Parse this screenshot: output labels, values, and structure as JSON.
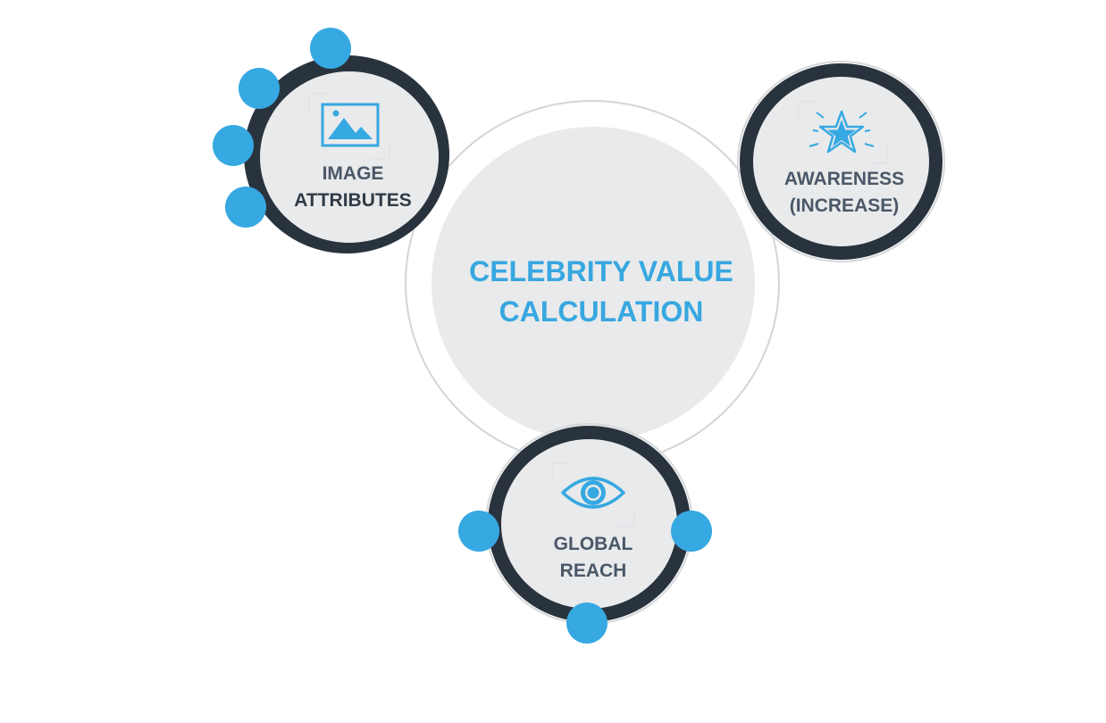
{
  "diagram": {
    "center": {
      "line1": "CELEBRITY VALUE",
      "line2": "CALCULATION"
    },
    "nodes": {
      "image": {
        "line1": "IMAGE",
        "line2": "ATTRIBUTES",
        "icon": "image-icon"
      },
      "awareness": {
        "line1": "AWARENESS",
        "line2": "(INCREASE)",
        "icon": "star-icon"
      },
      "reach": {
        "line1": "GLOBAL",
        "line2": "REACH",
        "icon": "eye-icon"
      }
    },
    "colors": {
      "accent": "#36a8e2",
      "dark_ring": "#29333e",
      "fill": "#e9eaeb",
      "label": "#4a5868",
      "title": "#37a7e0"
    }
  }
}
